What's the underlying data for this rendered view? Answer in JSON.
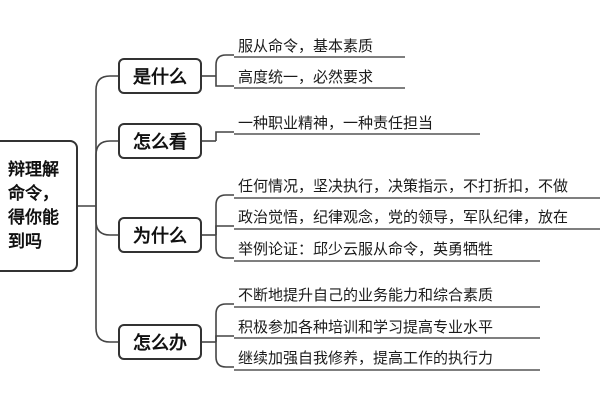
{
  "root": {
    "lines": [
      "辩理解",
      "命令，",
      "得你能",
      "到吗"
    ]
  },
  "branches": [
    {
      "label": "是什么",
      "leaves": [
        "服从命令，基本素质",
        "高度统一，必然要求"
      ]
    },
    {
      "label": "怎么看",
      "leaves": [
        "一种职业精神，一种责任担当"
      ]
    },
    {
      "label": "为什么",
      "leaves": [
        "任何情况，坚决执行，决策指示，不打折扣，不做",
        "政治觉悟，纪律观念，党的领导，军队纪律，放在",
        "举例论证：邱少云服从命令，英勇牺牲"
      ]
    },
    {
      "label": "怎么办",
      "leaves": [
        "不断地提升自己的业务能力和综合素质",
        "积极参加各种培训和学习提高专业水平",
        "继续加强自我修养，提高工作的执行力"
      ]
    }
  ]
}
